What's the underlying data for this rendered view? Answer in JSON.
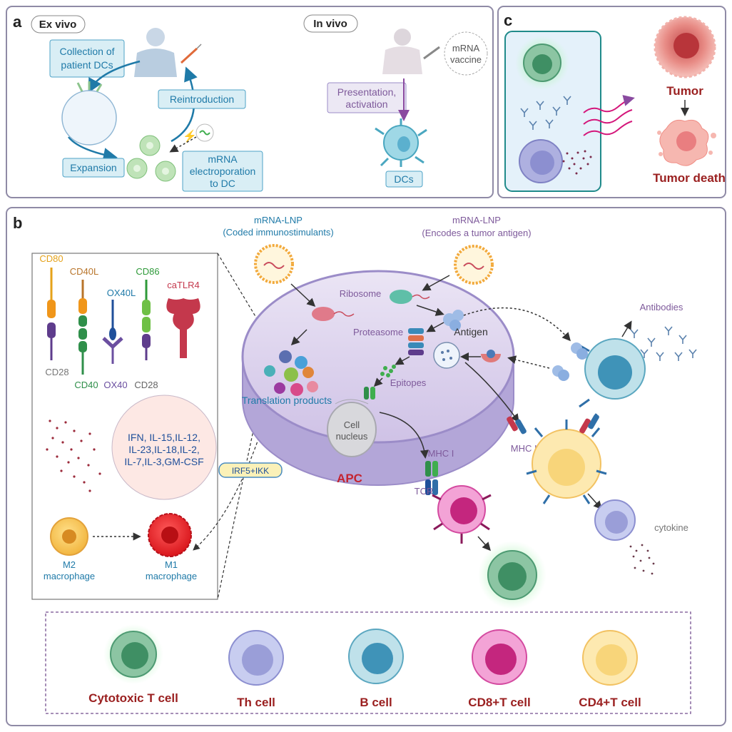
{
  "panel_a": {
    "letter": "a",
    "ex_vivo_tag": "Ex vivo",
    "in_vivo_tag": "In vivo",
    "collection_l1": "Collection of",
    "collection_l2": "patient DCs",
    "reintroduction": "Reintroduction",
    "expansion": "Expansion",
    "electro_l1": "mRNA",
    "electro_l2": "electroporation",
    "electro_l3": "to DC",
    "vaccine_l1": "mRNA",
    "vaccine_l2": "vaccine",
    "presentation_l1": "Presentation,",
    "presentation_l2": "activation",
    "dcs": "DCs"
  },
  "panel_c": {
    "letter": "c",
    "tumor": "Tumor",
    "tumor_death": "Tumor death"
  },
  "panel_b": {
    "letter": "b",
    "lnp1_l1": "mRNA-LNP",
    "lnp1_l2": "(Coded immunostimulants)",
    "lnp2_l1": "mRNA-LNP",
    "lnp2_l2": "(Encodes a tumor antigen)",
    "cd80": "CD80",
    "cd40l": "CD40L",
    "ox40l": "OX40L",
    "cd86": "CD86",
    "catlr4": "caTLR4",
    "cd28_a": "CD28",
    "cd40": "CD40",
    "ox40": "OX40",
    "cd28_b": "CD28",
    "cytokines_l1": "IFN, IL-15,IL-12,",
    "cytokines_l2": "IL-23,IL-18,IL-2,",
    "cytokines_l3": "IL-7,IL-3,GM-CSF",
    "irf5": "IRF5+IKK",
    "m2_l1": "M2",
    "m2_l2": "macrophage",
    "m1_l1": "M1",
    "m1_l2": "macrophage",
    "ribosome": "Ribosome",
    "antigen": "Antigen",
    "proteasome": "Proteasome",
    "epitopes": "Epitopes",
    "translation_products": "Translation products",
    "nucleus_l1": "Cell",
    "nucleus_l2": "nucleus",
    "apc": "APC",
    "mhc1": "MHC I",
    "tcr": "TCR",
    "mhc2": "MHC II",
    "antibodies": "Antibodies",
    "cytokine": "cytokine"
  },
  "legend": {
    "items": [
      {
        "label": "Cytotoxic T cell"
      },
      {
        "label": "Th cell"
      },
      {
        "label": "B cell"
      },
      {
        "label": "CD8+T cell"
      },
      {
        "label": "CD4+T cell"
      }
    ]
  },
  "colors": {
    "panel_border": "#8f8aa6",
    "teal_text": "#1f7aa8",
    "purple_text": "#7e5a9b",
    "dark_red": "#9a1f1f",
    "box_fill": "#d9eef5",
    "box_border": "#4ea3c7",
    "apc_fill": "#ded6ee",
    "apc_border": "#9b8cc8"
  }
}
